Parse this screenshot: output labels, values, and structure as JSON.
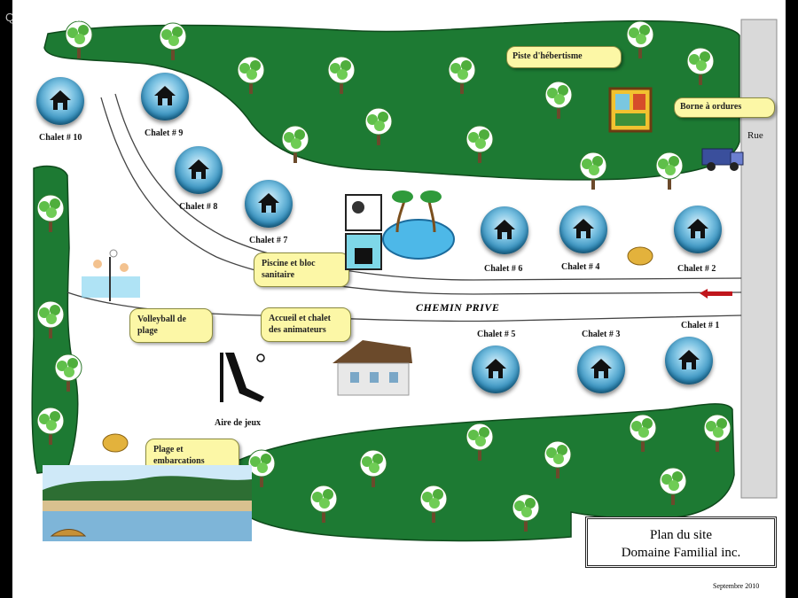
{
  "watermark": "QuebecLocationDeChalets.com",
  "title_lines": [
    "Plan du site",
    "Domaine Familial inc."
  ],
  "date": "Septembre 2010",
  "road_label": "CHEMIN PRIVE",
  "street_label": "Rue",
  "chalets": {
    "c1": "Chalet # 1",
    "c2": "Chalet # 2",
    "c3": "Chalet # 3",
    "c4": "Chalet # 4",
    "c5": "Chalet # 5",
    "c6": "Chalet # 6",
    "c7": "Chalet # 7",
    "c8": "Chalet # 8",
    "c9": "Chalet # 9",
    "c10": "Chalet # 10"
  },
  "callouts": {
    "piste": "Piste d'hébertisme",
    "borne": "Borne à ordures",
    "piscine": "Piscine et bloc sanitaire",
    "volleyball": "Volleyball de plage",
    "accueil": "Accueil et chalet des animateurs",
    "plage": "Plage et embarcations"
  },
  "labels": {
    "aire_de_jeux": "Aire de jeux"
  },
  "colors": {
    "forest": "#1d7a33",
    "forest_edge": "#0f4a1c",
    "callout_bg": "#fcf7a6",
    "street": "#d9d9d9",
    "arrow": "#c0161c",
    "pin": "#2a88b8"
  }
}
